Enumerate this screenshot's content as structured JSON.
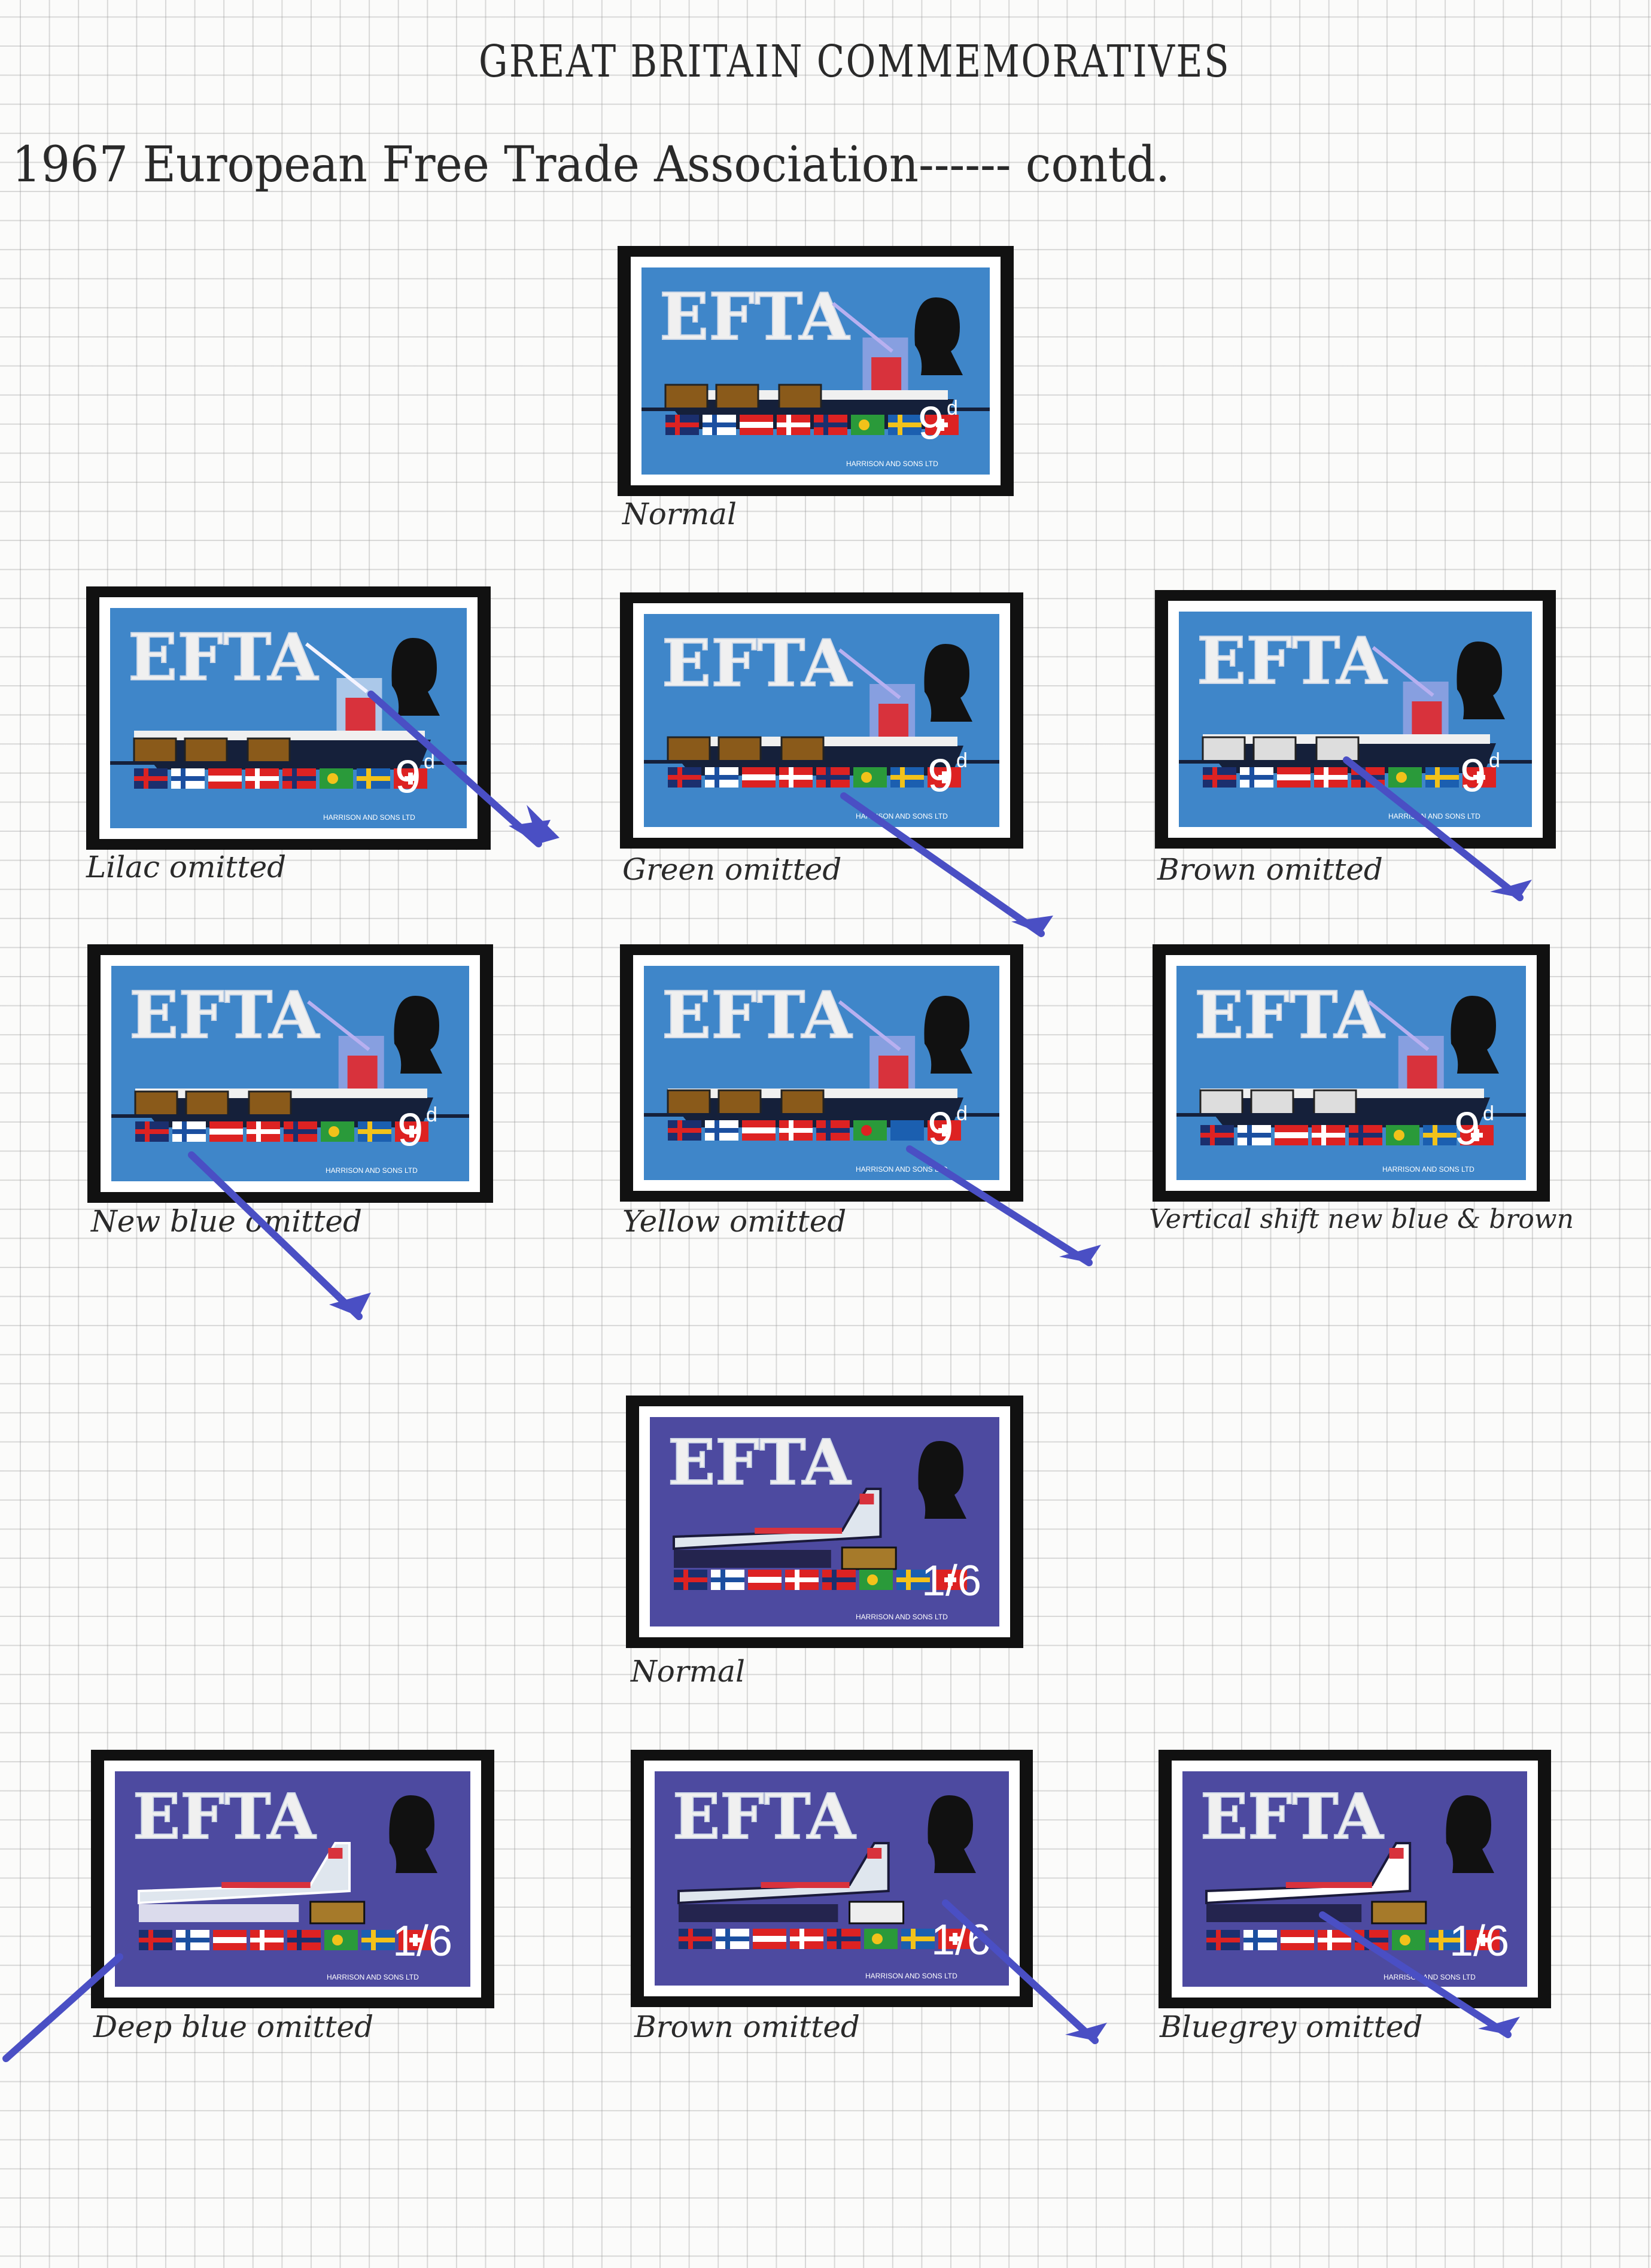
{
  "page": {
    "title": "GREAT BRITAIN COMMEMORATIVES",
    "subtitle": "1967 European Free Trade Association------ contd."
  },
  "stamp_text": {
    "efta": "EFTA",
    "imprint": "HARRISON AND SONS LTD",
    "value_9d": "9",
    "value_9d_sup": "d",
    "value_1s6d": "1/6"
  },
  "colors": {
    "sea_blue": "#3f86c9",
    "violet": "#4d4aa0",
    "arrow": "#4a4fc4",
    "mount": "#111111"
  },
  "captions": {
    "ship_normal": "Normal",
    "lilac_omitted": "Lilac omitted",
    "green_omitted": "Green omitted",
    "brown_omitted_9d": "Brown omitted",
    "new_blue_omitted": "New blue omitted",
    "yellow_omitted": "Yellow omitted",
    "vertical_shift": "Vertical shift new blue & brown",
    "plane_normal": "Normal",
    "deep_blue_omitted": "Deep blue omitted",
    "brown_omitted_1s6": "Brown omitted",
    "bluegrey_omitted": "Bluegrey omitted"
  }
}
